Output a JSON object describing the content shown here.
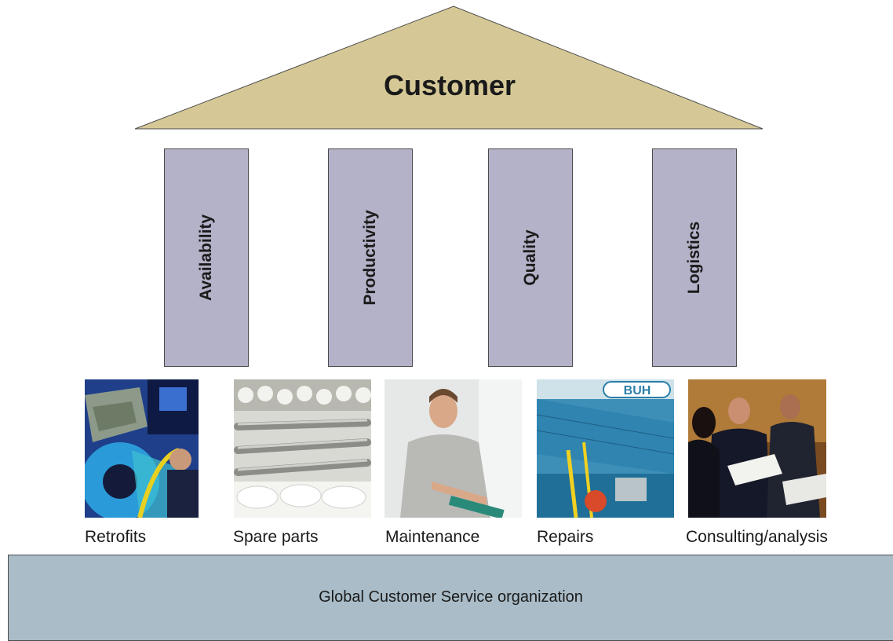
{
  "roof": {
    "title": "Customer",
    "fill": "#d5c896"
  },
  "pillars": [
    {
      "label": "Availability"
    },
    {
      "label": "Productivity"
    },
    {
      "label": "Quality"
    },
    {
      "label": "Logistics"
    }
  ],
  "services": [
    {
      "label": "Retrofits",
      "image": "retrofits-photo"
    },
    {
      "label": "Spare parts",
      "image": "spare-parts-photo"
    },
    {
      "label": "Maintenance",
      "image": "maintenance-photo"
    },
    {
      "label": "Repairs",
      "image": "repairs-photo"
    },
    {
      "label": "Consulting/analysis",
      "image": "consulting-photo"
    }
  ],
  "foundation": {
    "label": "Global Customer Service organization",
    "fill": "#a9bcc7"
  },
  "colors": {
    "pillar": "#b4b2c8",
    "outline": "#4d4d4d"
  },
  "repairs_photo_sign": "BUH"
}
